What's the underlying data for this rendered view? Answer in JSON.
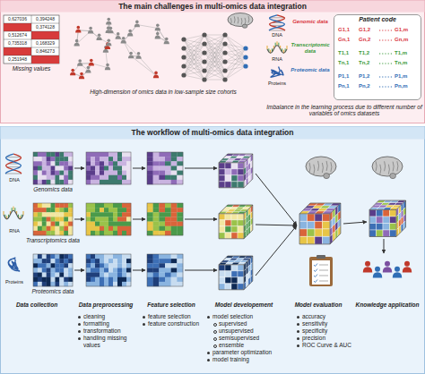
{
  "diagram": {
    "nodes": [
      {
        "text": [
          "The main challenges in multi-omics data integration"
        ]
      },
      {
        "text": [
          "Missing values"
        ],
        "in": 0
      },
      {
        "text": [
          "Patient code"
        ],
        "in": 0
      },
      {
        "text": [
          "The workflow of multi-omics data integration"
        ]
      },
      {
        "text": [
          "Genomics data"
        ],
        "in": 3
      },
      {
        "text": [
          "Transcriptomics data"
        ],
        "in": 3
      },
      {
        "text": [
          "Proteomics data"
        ],
        "in": 3
      }
    ],
    "labels": [
      "0,627036",
      "0,394248",
      "0,374128",
      "0,512674",
      "0,735318",
      "0,168329",
      "0,846273",
      "0,251948",
      "High-dimension of omics data in low-sample size cohorts",
      "DNA",
      "RNA",
      "Proteins",
      "Genomic data",
      "Transcriptomic data",
      "Proteomic data",
      "G1,1",
      "G1,2",
      "G1,m",
      "Gn,1",
      "Gn,2",
      "Gn,m",
      "T1,1",
      "T1,2",
      "T1,m",
      "Tn,1",
      "Tn,2",
      "Tn,m",
      "P1,1",
      "P1,2",
      "P1,m",
      "Pn,1",
      "Pn,2",
      "Pn,m",
      "Imbalance in the learning process due to different number of variables of omics datasets",
      "DNA",
      "RNA",
      "Proteins",
      "Data collection",
      "Data preprocessing",
      "Feature selection",
      "Model developement",
      "Model evaluation",
      "Knowledge application",
      "cleaning",
      "formatting",
      "transformation",
      "handling missing values",
      "feature selection",
      "feature construction",
      "model selection",
      "supervised",
      "unsupervised",
      "semisupervised",
      "ensemble",
      "parameter optimization",
      "model training",
      "accuracy",
      "sensitivity",
      "specificity",
      "precision",
      "ROC Curve & AUC"
    ]
  }
}
